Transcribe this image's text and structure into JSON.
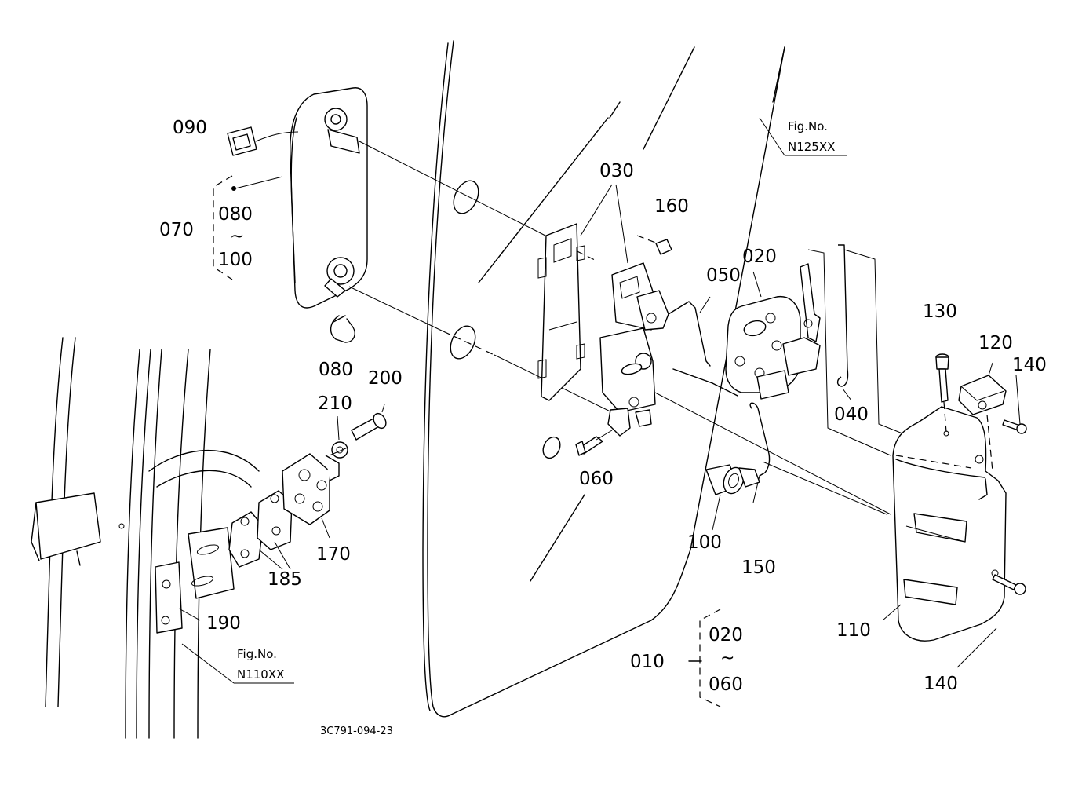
{
  "labels": {
    "l010": "010",
    "l020a": "020",
    "l020b": "020",
    "l030": "030",
    "l040": "040",
    "l050": "050",
    "l060a": "060",
    "l060b": "060",
    "l070": "070",
    "l080a": "080",
    "l080b": "080",
    "l090": "090",
    "l100a": "100",
    "l100b": "100",
    "l110": "110",
    "l120": "120",
    "l130": "130",
    "l140a": "140",
    "l140b": "140",
    "l150": "150",
    "l160": "160",
    "l170": "170",
    "l185": "185",
    "l190": "190",
    "l200": "200",
    "l210": "210"
  },
  "range_sep": "~",
  "refs": {
    "fig_label": "Fig.No.",
    "top_right": "N125XX",
    "bottom_left": "N110XX"
  },
  "footer_code": "3C791-094-23"
}
